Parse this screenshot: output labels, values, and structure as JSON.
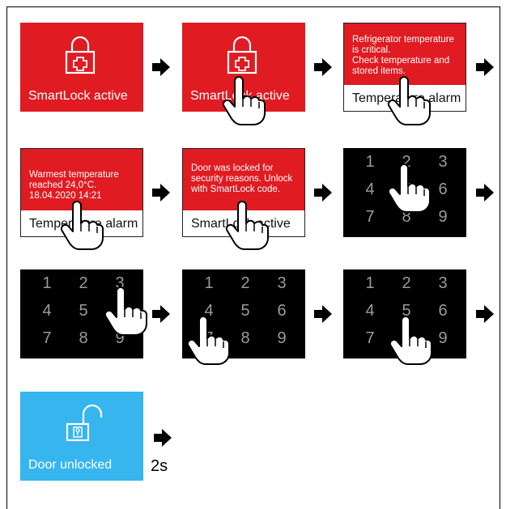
{
  "screens": {
    "s1_label": "SmartLock active",
    "s2_label": "SmartLock active",
    "s3_message": [
      "Refrigerator temperature",
      "is critical.",
      "Check temperature and",
      "stored items."
    ],
    "s3_bar": "Temperature alarm",
    "s4_message": [
      "Warmest temperature",
      "reached 24,0°C.",
      "18.04.2020 14:21"
    ],
    "s4_bar": "Temperature alarm",
    "s5_message": [
      "Door was locked for",
      "security reasons. Unlock",
      "with SmartLock code."
    ],
    "s5_bar": "SmartLock active",
    "final_label": "Door unlocked"
  },
  "keypad_digits": [
    "1",
    "2",
    "3",
    "4",
    "5",
    "6",
    "7",
    "8",
    "9"
  ],
  "duration_caption": "2s",
  "colors": {
    "alarm_red": "#e01b22",
    "keypad_bg": "#000000",
    "unlock_blue": "#36b5ef",
    "digit_gray": "#9a9a9a"
  },
  "icons": [
    "padlock-closed-plus-icon",
    "padlock-open-icon",
    "tap-hand-icon",
    "arrow-right-icon"
  ]
}
